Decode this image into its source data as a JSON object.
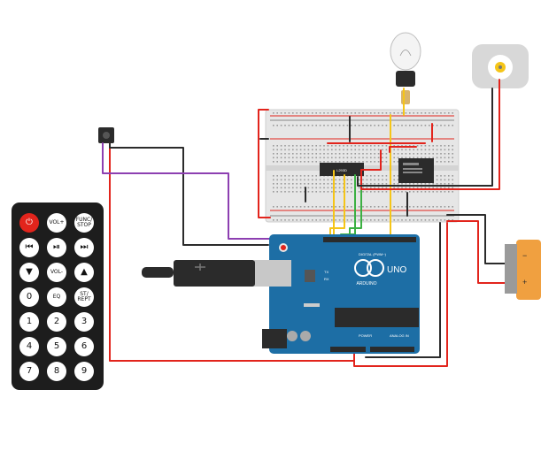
{
  "remote": {
    "buttons": [
      {
        "id": "power",
        "label": "⏻"
      },
      {
        "id": "vol-up",
        "label": "VOL+"
      },
      {
        "id": "func-stop",
        "label": "FUNC/\nSTOP"
      },
      {
        "id": "prev",
        "label": "⏮"
      },
      {
        "id": "play-pause",
        "label": "⏯"
      },
      {
        "id": "next",
        "label": "⏭"
      },
      {
        "id": "down",
        "label": "▼"
      },
      {
        "id": "vol-down",
        "label": "VOL-"
      },
      {
        "id": "up",
        "label": "▲"
      },
      {
        "id": "zero",
        "label": "0"
      },
      {
        "id": "eq",
        "label": "EQ"
      },
      {
        "id": "st-rept",
        "label": "ST/\nREPT"
      },
      {
        "id": "one",
        "label": "1"
      },
      {
        "id": "two",
        "label": "2"
      },
      {
        "id": "three",
        "label": "3"
      },
      {
        "id": "four",
        "label": "4"
      },
      {
        "id": "five",
        "label": "5"
      },
      {
        "id": "six",
        "label": "6"
      },
      {
        "id": "seven",
        "label": "7"
      },
      {
        "id": "eight",
        "label": "8"
      },
      {
        "id": "nine",
        "label": "9"
      }
    ]
  },
  "arduino": {
    "logo_text": "ARDUINO",
    "model": "UNO",
    "digital_label": "DIGITAL (PWM~)",
    "power_label": "POWER",
    "analog_label": "ANALOG IN",
    "tx_label": "TX",
    "rx_label": "RX"
  },
  "breadboard": {
    "chip_label": "L293D"
  },
  "battery": {
    "minus_label": "−",
    "plus_label": "+"
  },
  "colors": {
    "wire_red": "#e2241c",
    "wire_black": "#2b2b2b",
    "wire_purple": "#8d3fb1",
    "wire_yellow": "#f5c518",
    "wire_green": "#3cb043",
    "arduino_blue": "#1d6ea5",
    "battery_orange": "#f0a040",
    "breadboard": "#e6e6e6"
  }
}
